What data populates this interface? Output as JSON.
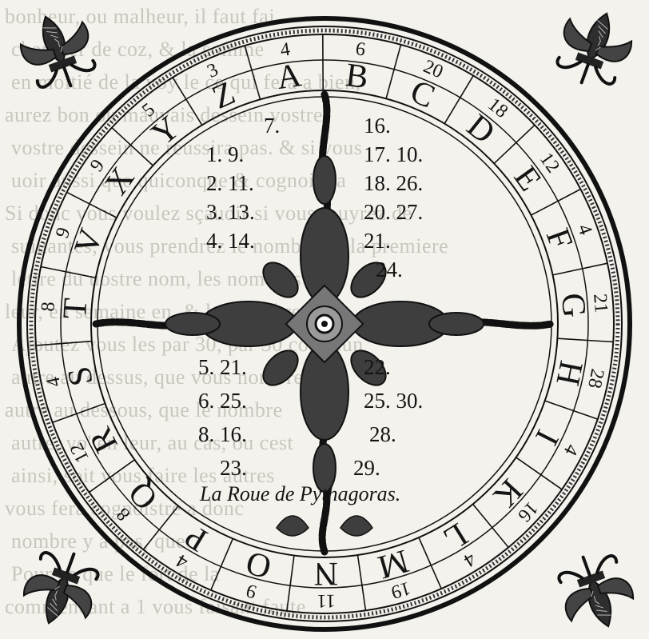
{
  "background_text": [
    "bonheur, ou malheur, il faut fai",
    "chercher de coz, & la somme",
    "en moitié de la voy le ce qui fera a bien,",
    "aurez bon ou mauvais dessein vostre",
    "vostre dessein ne reussira pas. & si vous",
    "uoir aussi que quiconque & cognoistra",
    "Si donc vous voulez sçauoir si vous iouyrez de",
    "suiuantes, vous prendrez le nombre de la premiere",
    "lettre du uostre nom, les nombres",
    "leur, en semaine en, & les nombres des",
    "Ajoutez vous les par 30, par 30 commun",
    "autre au dessus, que vous nombres",
    "autre au dessous, que le nombre",
    "autre, vo' en leur, au cas, ou cest",
    "ainsi, soit vous faire les autres",
    "vous fera cognoistre a donc",
    "nombre y a pas, que",
    "Pour ce que le fort de la",
    "commencant a 1 vous faisant faute"
  ],
  "outer_ring": [
    {
      "letter": "A",
      "number": "4"
    },
    {
      "letter": "B",
      "number": "6"
    },
    {
      "letter": "C",
      "number": "20"
    },
    {
      "letter": "D",
      "number": "18"
    },
    {
      "letter": "E",
      "number": "12"
    },
    {
      "letter": "F",
      "number": "4"
    },
    {
      "letter": "G",
      "number": "21"
    },
    {
      "letter": "H",
      "number": "28"
    },
    {
      "letter": "I",
      "number": "4"
    },
    {
      "letter": "K",
      "number": "16"
    },
    {
      "letter": "L",
      "number": "4"
    },
    {
      "letter": "M",
      "number": "19"
    },
    {
      "letter": "N",
      "number": "11"
    },
    {
      "letter": "O",
      "number": "9"
    },
    {
      "letter": "P",
      "number": "4"
    },
    {
      "letter": "Q",
      "number": "8"
    },
    {
      "letter": "R",
      "number": "12"
    },
    {
      "letter": "S",
      "number": "4"
    },
    {
      "letter": "T",
      "number": "8"
    },
    {
      "letter": "V",
      "number": "9"
    },
    {
      "letter": "X",
      "number": "9"
    },
    {
      "letter": "Y",
      "number": "5"
    },
    {
      "letter": "Z",
      "number": "3"
    }
  ],
  "quadrants": {
    "top_left": [
      "7.",
      "1. 9.",
      "2. 11.",
      "3. 13.",
      "4. 14."
    ],
    "top_right": [
      "16.",
      "17. 10.",
      "18. 26.",
      "20. 27.",
      "21.",
      "24."
    ],
    "bottom_left": [
      "5. 21.",
      "6. 25.",
      "8. 16.",
      "23."
    ],
    "bottom_right": [
      "22.",
      "25. 30.",
      "28.",
      "29."
    ]
  },
  "caption": "La Roue de Pythagoras."
}
